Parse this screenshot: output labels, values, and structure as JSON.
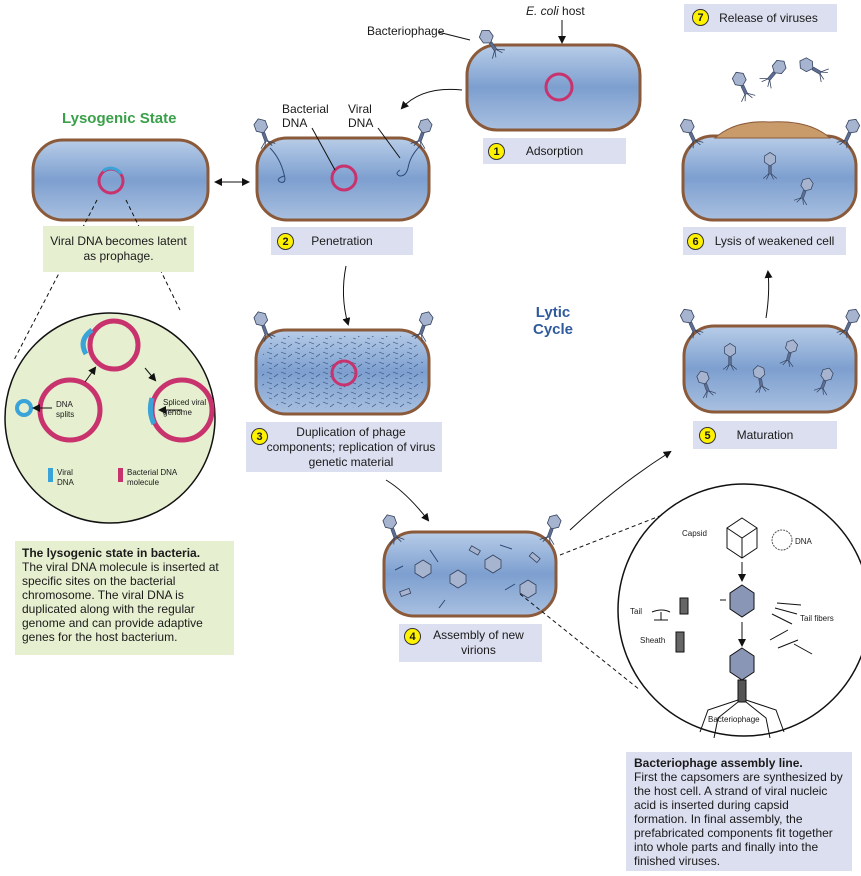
{
  "colors": {
    "cell_fill": "#7d9fcf",
    "cell_border": "#8a5a3a",
    "bacterial_dna": "#c8336e",
    "viral_dna": "#3aa3d8",
    "step_box": "#dcdff0",
    "note_box": "#e6efd0",
    "number_badge": "#fff200",
    "lysogenic_title": "#3aa04a",
    "lytic_title": "#2f5b9e"
  },
  "labels": {
    "host": "E. coli host",
    "host_italic": "E. coli",
    "host_rest": " host",
    "bacteriophage": "Bacteriophage",
    "bacterial_dna": "Bacterial DNA",
    "viral_dna": "Viral DNA",
    "lysogenic_title": "Lysogenic State",
    "lytic_title": "Lytic Cycle"
  },
  "steps": [
    {
      "num": "1",
      "text": "Adsorption"
    },
    {
      "num": "2",
      "text": "Penetration"
    },
    {
      "num": "3",
      "text": "Duplication of phage components; replication of virus genetic material"
    },
    {
      "num": "4",
      "text": "Assembly of new virions"
    },
    {
      "num": "5",
      "text": "Maturation"
    },
    {
      "num": "6",
      "text": "Lysis of weakened cell"
    },
    {
      "num": "7",
      "text": "Release of viruses"
    }
  ],
  "lysogenic": {
    "prophage_note": "Viral DNA becomes latent as prophage.",
    "detail": {
      "dna_splits": "DNA splits",
      "spliced_genome": "Spliced viral genome",
      "legend_viral": "Viral DNA",
      "legend_bacterial": "Bacterial DNA molecule"
    },
    "summary_title": "The lysogenic state in bacteria.",
    "summary_text": "The viral DNA molecule is inserted at specific sites on the bacterial chromosome. The viral DNA is duplicated along with the regular genome and can provide adaptive genes for the host bacterium."
  },
  "assembly": {
    "capsid": "Capsid",
    "dna": "DNA",
    "tail": "Tail",
    "sheath": "Sheath",
    "tail_fibers": "Tail fibers",
    "bacteriophage": "Bacteriophage",
    "summary_title": "Bacteriophage assembly line.",
    "summary_text": "First the capsomers are synthesized by the host cell. A strand of viral nucleic acid is inserted during capsid formation. In final assembly, the prefabricated components fit together into whole parts and finally into the finished viruses."
  }
}
